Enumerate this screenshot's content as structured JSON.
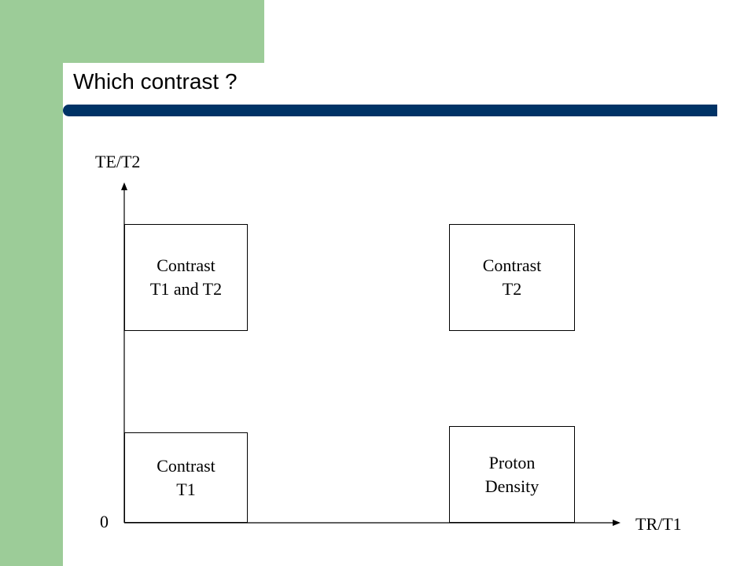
{
  "slide": {
    "title": "Which contrast ?"
  },
  "axes": {
    "y_label": "TE/T2",
    "x_label": "TR/T1",
    "origin_label": "0"
  },
  "boxes": {
    "top_left": {
      "line1": "Contrast",
      "line2": "T1 and T2"
    },
    "top_right": {
      "line1": "Contrast",
      "line2": "T2"
    },
    "bottom_left": {
      "line1": "Contrast",
      "line2": "T1"
    },
    "bottom_right": {
      "line1": "Proton",
      "line2": "Density"
    }
  },
  "colors": {
    "accent_green": "#9ccc98",
    "title_bar_navy": "#003366"
  }
}
